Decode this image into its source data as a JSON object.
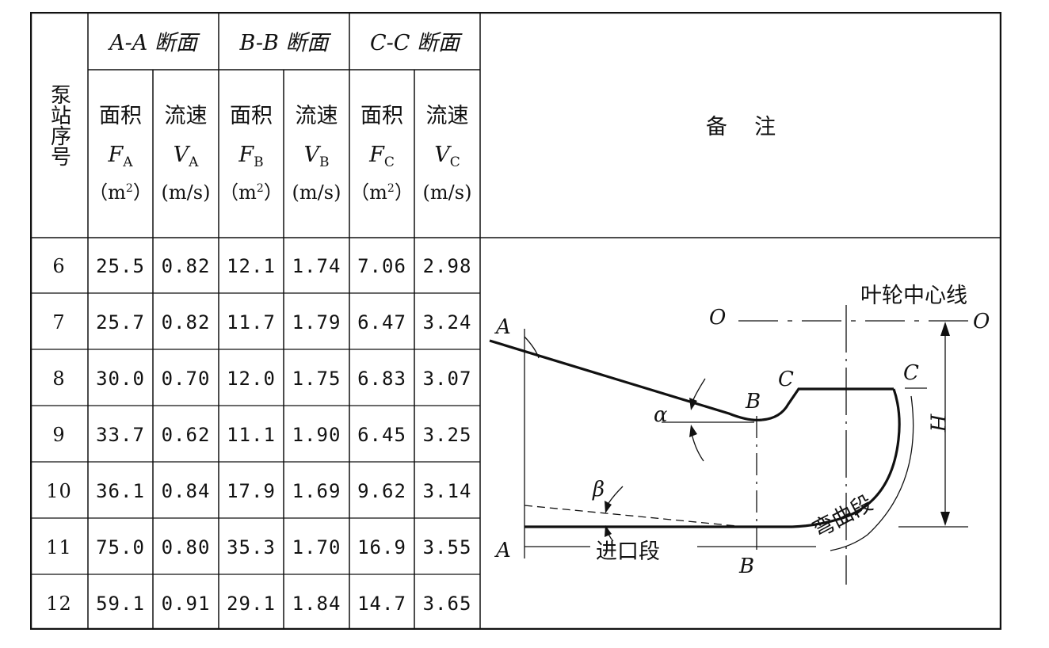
{
  "header": {
    "station_no": "泵站序号",
    "sections": [
      "A-A 断面",
      "B-B 断面",
      "C-C 断面"
    ],
    "area_label": "面积",
    "speed_label": "流速",
    "f_sym": "F",
    "v_sym": "V",
    "subs": [
      "A",
      "B",
      "C"
    ],
    "area_unit_open": "（m",
    "area_unit_sup": "2",
    "area_unit_close": "）",
    "speed_unit": "(m/s)",
    "remarks": "备    注"
  },
  "rows": [
    {
      "no": "6",
      "fa": "25.5",
      "va": "0.82",
      "fb": "12.1",
      "vb": "1.74",
      "fc": "7.06",
      "vc": "2.98"
    },
    {
      "no": "7",
      "fa": "25.7",
      "va": "0.82",
      "fb": "11.7",
      "vb": "1.79",
      "fc": "6.47",
      "vc": "3.24"
    },
    {
      "no": "8",
      "fa": "30.0",
      "va": "0.70",
      "fb": "12.0",
      "vb": "1.75",
      "fc": "6.83",
      "vc": "3.07"
    },
    {
      "no": "9",
      "fa": "33.7",
      "va": "0.62",
      "fb": "11.1",
      "vb": "1.90",
      "fc": "6.45",
      "vc": "3.25"
    },
    {
      "no": "10",
      "fa": "36.1",
      "va": "0.84",
      "fb": "17.9",
      "vb": "1.69",
      "fc": "9.62",
      "vc": "3.14"
    },
    {
      "no": "11",
      "fa": "75.0",
      "va": "0.80",
      "fb": "35.3",
      "vb": "1.70",
      "fc": "16.9",
      "vc": "3.55"
    },
    {
      "no": "12",
      "fa": "59.1",
      "va": "0.91",
      "fb": "29.1",
      "vb": "1.84",
      "fc": "14.7",
      "vc": "3.65"
    }
  ],
  "diagram": {
    "impeller_centerline": "叶轮中心线",
    "inlet_section": "进口段",
    "bend_section": "弯曲段",
    "letter_a": "A",
    "letter_b": "B",
    "letter_c": "C",
    "letter_o": "O",
    "letter_h": "H",
    "alpha": "α",
    "beta": "β"
  }
}
